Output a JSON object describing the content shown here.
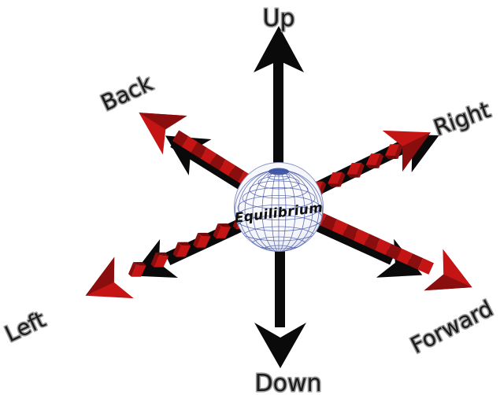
{
  "diagram": {
    "type": "3d-direction-axes",
    "center_label": "Equilibrium",
    "labels": {
      "up": "Up",
      "down": "Down",
      "back": "Back",
      "right": "Right",
      "left": "Left",
      "forward": "Forward"
    }
  },
  "colors": {
    "red": "#c41414",
    "reddark": "#8a0e0e",
    "reddark2": "#700b0b",
    "black": "#0a0a0a",
    "wire": "#4a5aa8",
    "cap": "#3a50a2",
    "sphere-edge": "#8d97c4",
    "label-fill": "#1c1c1c",
    "label-outline": "#9e9e9e",
    "background": "#ffffff"
  }
}
